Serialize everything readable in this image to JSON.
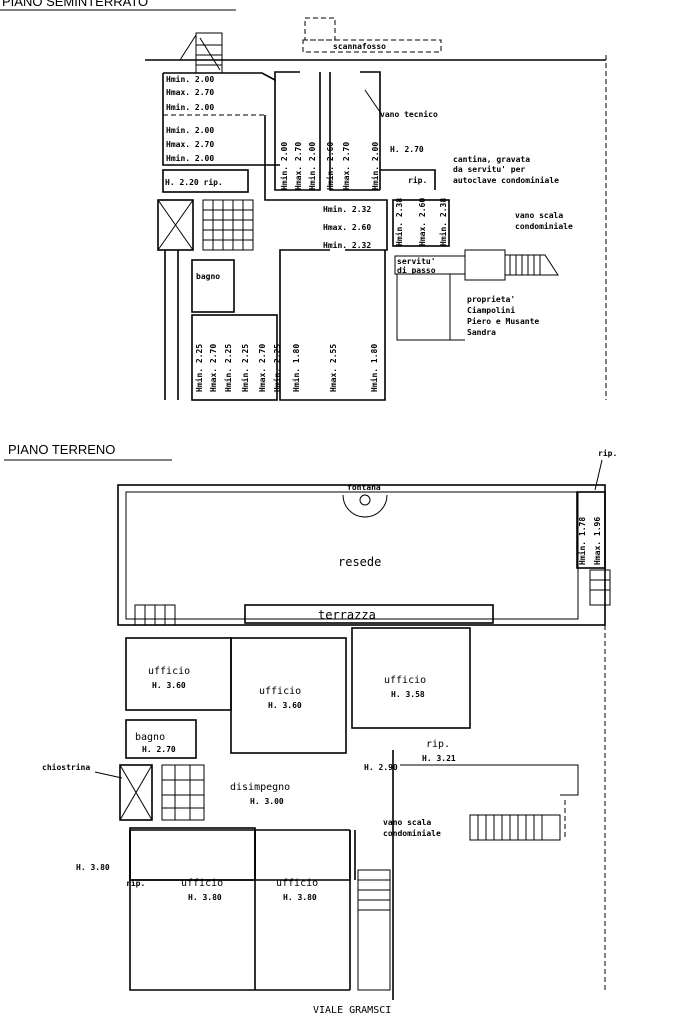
{
  "basement": {
    "title": "PIANO SEMINTERRATO",
    "labels": {
      "scannafosso": "scannafosso",
      "vano_tecnico": "vano tecnico",
      "h_left1": [
        "Hmin. 2.00",
        "Hmax. 2.70",
        "Hmin. 2.00"
      ],
      "h_left2": [
        "Hmin. 2.00",
        "Hmax. 2.70",
        "Hmin. 2.00"
      ],
      "h220rip": "H. 2.20 rip.",
      "h270": "H. 2.70",
      "rip": "rip.",
      "cantina": [
        "cantina, gravata",
        "da servitu' per",
        "autoclave condominiale"
      ],
      "vano_scala": [
        "vano scala",
        "condominiale"
      ],
      "center_h": [
        "Hmin. 2.32",
        "Hmax. 2.60",
        "Hmin. 2.32"
      ],
      "bagno": "bagno",
      "servitu": [
        "servitu'",
        "di passo"
      ],
      "proprieta": [
        "proprieta'",
        "Ciampolini",
        "Piero e Musante",
        "Sandra"
      ],
      "vertical_top": [
        "Hmin. 2.00",
        "Hmax. 2.70",
        "Hmin. 2.00",
        "Hmin. 2.60",
        "Hmax. 2.70",
        "Hmin. 2.00"
      ],
      "vertical_small": [
        "Hmin. 2.38",
        "Hmax. 2.60",
        "Hmin. 2.38"
      ],
      "vertical_bottom": [
        "Hmin. 2.25",
        "Hmax. 2.70",
        "Hmin. 2.25",
        "Hmin. 2.25",
        "Hmax. 2.70",
        "Hmin. 2.25",
        "Hmin. 1.80",
        "Hmax. 2.55",
        "Hmin. 1.80"
      ]
    }
  },
  "ground": {
    "title": "PIANO TERRENO",
    "labels": {
      "fontana": "fontana",
      "rip_top": "rip.",
      "rip_vertical": [
        "Hmin. 1.78",
        "Hmax. 1.96"
      ],
      "resede": "resede",
      "terrazza": "terrazza",
      "ufficio1": [
        "ufficio",
        "H. 3.60"
      ],
      "ufficio2": [
        "ufficio",
        "H. 3.60"
      ],
      "ufficio3": [
        "ufficio",
        "H. 3.58"
      ],
      "bagno": [
        "bagno",
        "H. 2.70"
      ],
      "rip_small": [
        "rip.",
        "H. 3.21"
      ],
      "h290": "H. 2.90",
      "chiostrina": "chiostrina",
      "disimpegno": [
        "disimpegno",
        "H. 3.00"
      ],
      "vano_scala": [
        "vano scala",
        "condominiale"
      ],
      "h380": "H. 3.80",
      "rip_left": "rip.",
      "ufficio4": [
        "ufficio",
        "H. 3.80"
      ],
      "ufficio5": [
        "ufficio",
        "H. 3.80"
      ]
    }
  },
  "street": "VIALE GRAMSCI"
}
